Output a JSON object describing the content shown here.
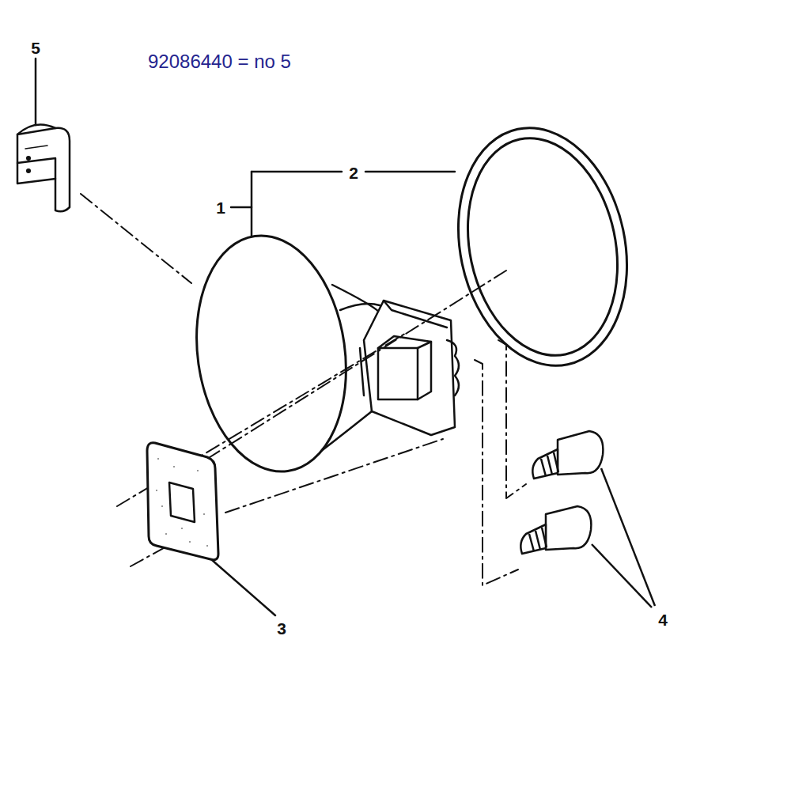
{
  "diagram": {
    "labels": [
      "5",
      "92086440 = no 5",
      "2",
      "1",
      "3",
      "4"
    ]
  }
}
